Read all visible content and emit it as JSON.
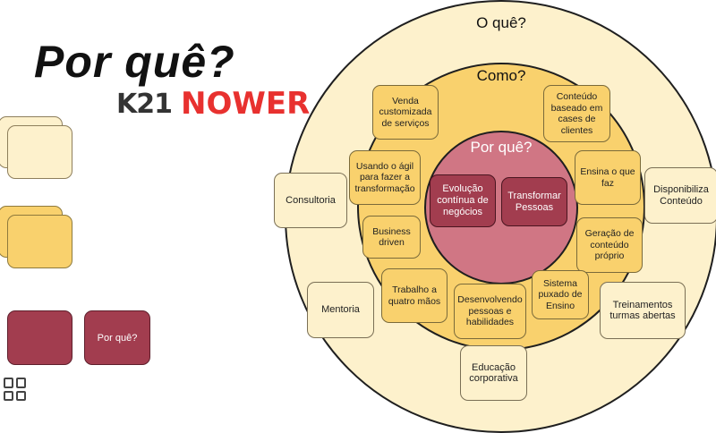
{
  "header": {
    "title": "Por quê?",
    "logo_prefix": "K21",
    "logo_brand": "NOWER"
  },
  "legend": {
    "wine_label": "Por quê?"
  },
  "diagram": {
    "outer_label": "O quê?",
    "middle_label": "Como?",
    "inner_label": "Por quê?",
    "inner_items": [
      "Evolução\ncontínua de\nnegócios",
      "Transformar\nPessoas"
    ],
    "middle_items": [
      "Venda\ncustomizada\nde serviços",
      "Conteúdo\nbaseado em\ncases de\nclientes",
      "Usando o ágil\npara fazer a\ntransformação",
      "Ensina o que\nfaz",
      "Business\ndriven",
      "Geração de\nconteúdo\npróprio",
      "Trabalho a\nquatro mãos",
      "Desenvolvendo\npessoas e\nhabilidades",
      "Sistema\npuxado de\nEnsino"
    ],
    "outer_items": [
      "Consultoria",
      "Disponibiliza\nConteúdo",
      "Mentoria",
      "Treinamentos\nturmas abertas",
      "Educação\ncorporativa"
    ]
  },
  "colors": {
    "cream": "#fdf1cc",
    "yellow": "#f9d16d",
    "rose": "#d07684",
    "wine": "#a23d4f",
    "brand_red": "#e8312f"
  }
}
